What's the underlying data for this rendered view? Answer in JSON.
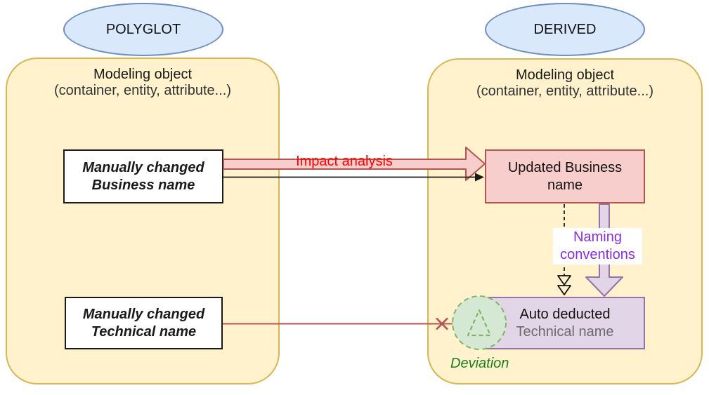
{
  "polyglot": {
    "tag": "POLYGLOT",
    "title": "Modeling object",
    "subtitle": "(container, entity, attribute...)",
    "business_box": {
      "line1": "Manually changed",
      "line2": "Business name"
    },
    "technical_box": {
      "line1": "Manually changed",
      "line2": "Technical name"
    }
  },
  "derived": {
    "tag": "DERIVED",
    "title": "Modeling object",
    "subtitle": "(container, entity, attribute...)",
    "business_box": {
      "line1": "Updated Business",
      "line2": "name"
    },
    "technical_box": {
      "line1": "Auto deducted",
      "line2": "Technical name"
    }
  },
  "edges": {
    "impact_analysis_label": "Impact analysis",
    "naming_conventions": {
      "line1": "Naming",
      "line2": "conventions"
    },
    "deviation_label": "Deviation"
  },
  "colors": {
    "container_fill": "#FFF2CC",
    "container_border": "#D6B656",
    "ellipse_fill": "#DAE8FC",
    "ellipse_border": "#6C8EBF",
    "updated_fill": "#F8CECC",
    "updated_border": "#B85450",
    "auto_fill": "#E1D5E7",
    "auto_border": "#9673A6",
    "deviation_fill": "#D5E8D4",
    "deviation_border": "#82B366",
    "impact_text": "#FF0000",
    "naming_text": "#8A2BE2",
    "deviation_text": "#1E7D1E"
  }
}
